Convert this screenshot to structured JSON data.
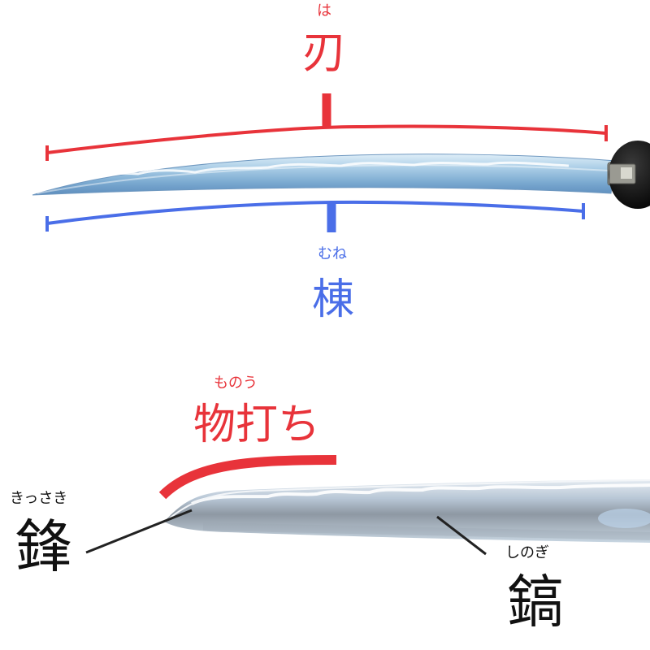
{
  "labels": {
    "ha": {
      "ruby": "は",
      "kanji": "刃"
    },
    "mune": {
      "ruby": "むね",
      "kanji": "棟"
    },
    "monouchi": {
      "ruby": "ものう",
      "kanji": "物打ち"
    },
    "kissaki": {
      "ruby": "きっさき",
      "kanji": "鋒"
    },
    "shinogi": {
      "ruby": "しのぎ",
      "kanji": "鎬"
    }
  },
  "colors": {
    "edge_red": "#e8333a",
    "back_blue": "#4a6ee8",
    "ink": "#111111",
    "blade_light": "#cfe3f1",
    "blade_mid": "#7faed3",
    "blade_dark": "#5f8fbf",
    "blade_grey": "#8a8a8a",
    "tsuba": "#101010"
  }
}
